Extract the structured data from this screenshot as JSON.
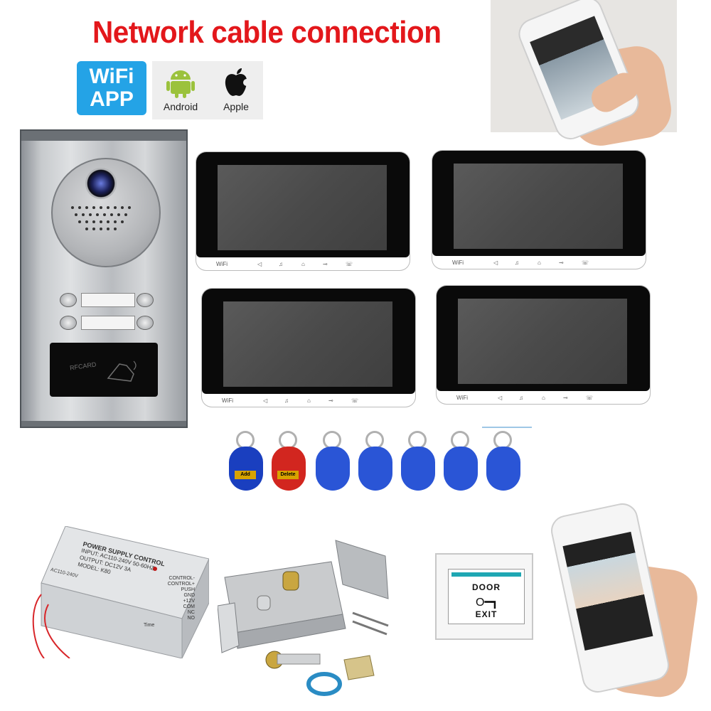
{
  "title": "Network cable connection",
  "badges": {
    "wifi_line1": "WiFi",
    "wifi_line2": "APP",
    "android": "Android",
    "apple": "Apple"
  },
  "door_panel": {
    "rfid_label": "RFCARD"
  },
  "monitors": [
    {
      "strip_wifi": "WiFi"
    },
    {
      "strip_wifi": "WiFi"
    },
    {
      "strip_wifi": "WiFi"
    },
    {
      "strip_wifi": "WiFi"
    }
  ],
  "fobs": [
    {
      "color": "#1a3fbf",
      "label": "Add"
    },
    {
      "color": "#d2261f",
      "label": "Delete"
    },
    {
      "color": "#2a55d6",
      "label": ""
    },
    {
      "color": "#2a55d6",
      "label": ""
    },
    {
      "color": "#2a55d6",
      "label": ""
    },
    {
      "color": "#2a55d6",
      "label": ""
    },
    {
      "color": "#2a55d6",
      "label": ""
    }
  ],
  "power_supply": {
    "heading": "POWER SUPPLY CONTROL",
    "input": "INPUT: AC110-240V 50-60HZ",
    "output": "OUTPUT: DC12V 3A",
    "model": "MODEL: K80",
    "side": "AC110-240V",
    "terminals": [
      "CONTROL-",
      "CONTROL+",
      "PUSH",
      "GND",
      "+12V",
      "COM",
      "NC",
      "NO"
    ],
    "time_label": "Time"
  },
  "exit_button": {
    "door": "DOOR",
    "exit": "EXIT"
  },
  "colors": {
    "title_red": "#e3171b",
    "wifi_blue": "#24a3e6",
    "exit_teal": "#1fa7b3"
  }
}
